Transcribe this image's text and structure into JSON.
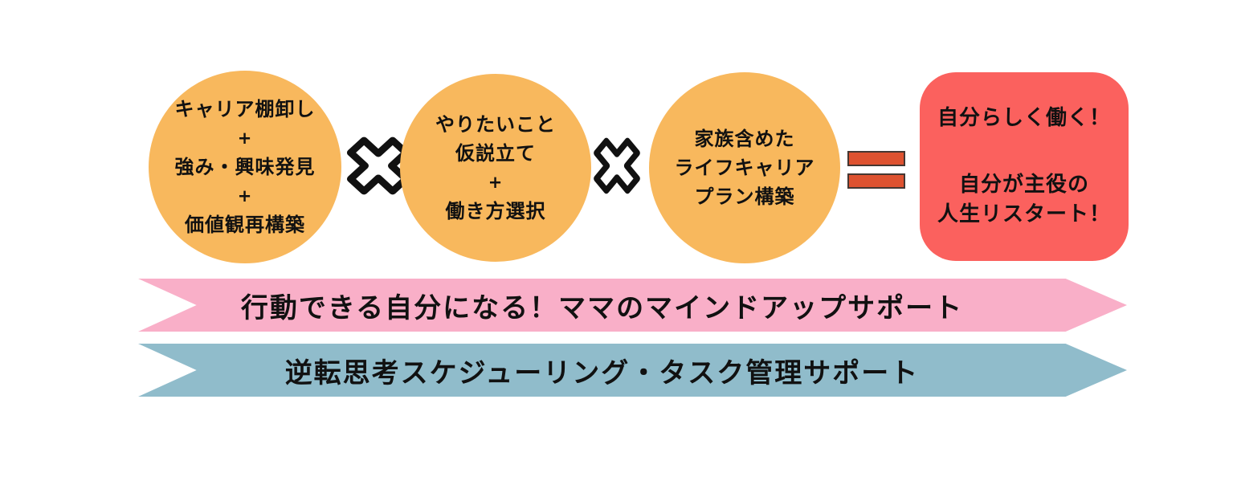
{
  "diagram": {
    "circles": [
      {
        "lines": [
          "キャリア棚卸し",
          "+",
          "強み・興味発見",
          "+",
          "価値観再構築"
        ]
      },
      {
        "lines": [
          "やりたいこと",
          "仮説立て",
          "+",
          "働き方選択"
        ]
      },
      {
        "lines": [
          "家族含めた",
          "ライフキャリア",
          "プラン構築"
        ]
      }
    ],
    "operators": {
      "multiply": "×",
      "equals": "="
    },
    "result_box": {
      "line1": "自分らしく働く！",
      "line2": "自分が主役の",
      "line3": "人生リスタート！"
    },
    "banners": [
      {
        "label": "行動できる自分になる！ママのマインドアップサポート"
      },
      {
        "label": "逆転思考スケジューリング・タスク管理サポート"
      }
    ]
  },
  "colors": {
    "circle_fill": "#F8B85D",
    "result_box_fill": "#FB615E",
    "equals_bar_fill": "#DE5230",
    "equals_bar_border": "#453732",
    "banner_pink": "#F9AFC8",
    "banner_blue": "#90BCCB",
    "text": "#111111"
  }
}
